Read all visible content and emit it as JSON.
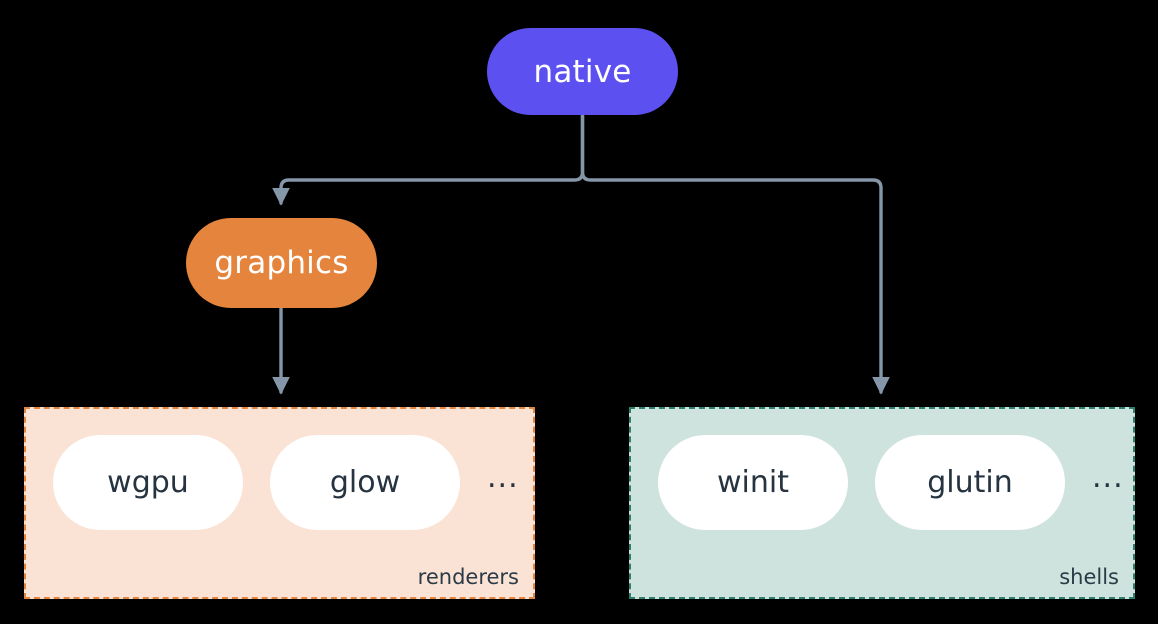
{
  "diagram": {
    "title_node": {
      "label": "native",
      "color": "#5c51f0"
    },
    "mid_node": {
      "label": "graphics",
      "color": "#e5843c"
    },
    "groups": [
      {
        "id": "renderers",
        "label": "renderers",
        "fill": "#fae2d4",
        "border": "#e5843c",
        "items": [
          {
            "label": "wgpu"
          },
          {
            "label": "glow"
          }
        ],
        "ellipsis": "..."
      },
      {
        "id": "shells",
        "label": "shells",
        "fill": "#cfe3de",
        "border": "#2e7f6e",
        "items": [
          {
            "label": "winit"
          },
          {
            "label": "glutin"
          }
        ],
        "ellipsis": "..."
      }
    ],
    "edges": {
      "color": "#8496a8",
      "connections": [
        {
          "from": "native",
          "to": "graphics"
        },
        {
          "from": "native",
          "to": "shells"
        },
        {
          "from": "graphics",
          "to": "renderers"
        }
      ]
    },
    "background": "#000000"
  }
}
